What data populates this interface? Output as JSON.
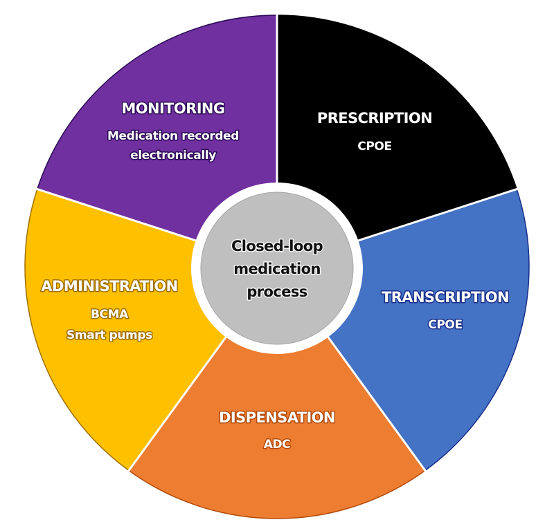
{
  "diagram": {
    "type": "cycle",
    "center": {
      "lines": [
        "Closed-loop",
        "medication",
        "process"
      ],
      "fill": "#bfbfbf",
      "ring": "#ffffff"
    },
    "segments": [
      {
        "id": "prescription",
        "title": "PRESCRIPTION",
        "details": [
          "CPOE"
        ],
        "fill": "#000000",
        "outline": "#000000"
      },
      {
        "id": "transcription",
        "title": "TRANSCRIPTION",
        "details": [
          "CPOE"
        ],
        "fill": "#4472c4",
        "outline": "#1a2f8a"
      },
      {
        "id": "dispensation",
        "title": "DISPENSATION",
        "details": [
          "ADC"
        ],
        "fill": "#ed7d31",
        "outline": "#b34a0a"
      },
      {
        "id": "administration",
        "title": "ADMINISTRATION",
        "details": [
          "BCMA",
          "Smart pumps"
        ],
        "fill": "#ffc000",
        "outline": "#a07000"
      },
      {
        "id": "monitoring",
        "title": "MONITORING",
        "details": [
          "Medication recorded",
          "electronically"
        ],
        "fill": "#7030a0",
        "outline": "#2a0a55"
      }
    ]
  }
}
